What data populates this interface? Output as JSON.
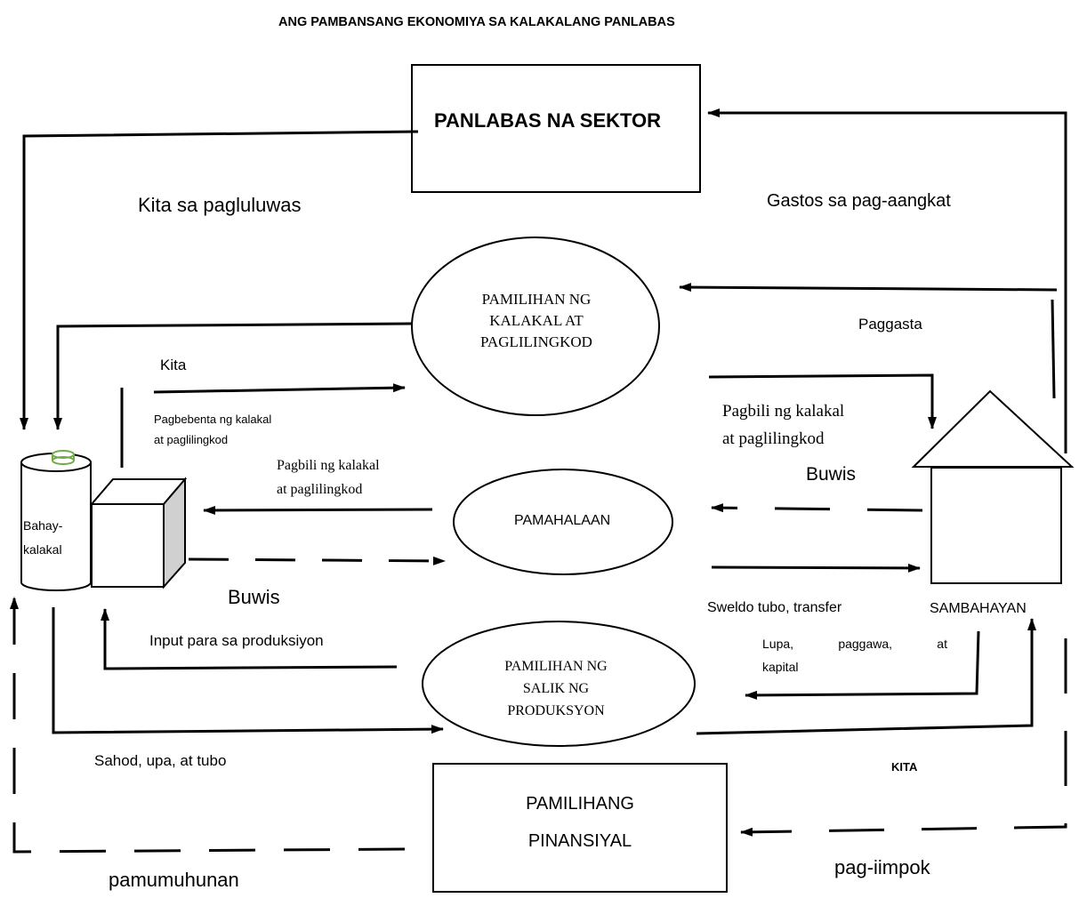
{
  "title": "ANG PAMBANSANG EKONOMIYA SA KALAKALANG PANLABAS",
  "nodes": {
    "panlabas": "PANLABAS NA SEKTOR",
    "pamilihan_kalakal": [
      "PAMILIHAN NG",
      "KALAKAL AT",
      "PAGLILINGKOD"
    ],
    "pamahalaan": "PAMAHALAAN",
    "pamilihan_salik": [
      "PAMILIHAN NG",
      "SALIK NG",
      "PRODUKSYON"
    ],
    "pamilihang_pinansiyal": [
      "PAMILIHANG",
      "PINANSIYAL"
    ],
    "bahay_kalakal": [
      "Bahay-",
      "kalakal"
    ],
    "sambahayan": "SAMBAHAYAN"
  },
  "flows": {
    "kita_pagluluwas": "Kita sa pagluluwas",
    "gastos_pag_aangkat": "Gastos sa pag-aangkat",
    "paggasta": "Paggasta",
    "kita": "Kita",
    "pagbebenta": [
      "Pagbebenta ng kalakal",
      "at paglilingkod"
    ],
    "pagbili_right": [
      "Pagbili ng kalakal",
      "at paglilingkod"
    ],
    "pagbili_left": [
      "Pagbili ng kalakal",
      "at paglilingkod"
    ],
    "buwis_right": "Buwis",
    "buwis_left": "Buwis",
    "sweldo": "Sweldo tubo, transfer",
    "input_produksiyon": "Input para sa produksiyon",
    "lupa": [
      "Lupa,",
      "paggawa,",
      "at"
    ],
    "kapital": "kapital",
    "sahod": "Sahod, upa, at tubo",
    "kita_caps": "KITA",
    "pag_iimpok": "pag-iimpok",
    "pamumuhunan": "pamumuhunan"
  }
}
